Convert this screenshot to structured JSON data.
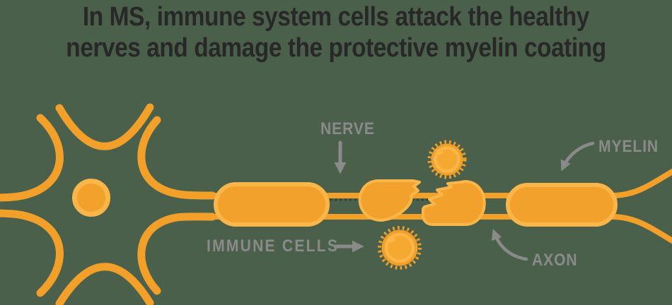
{
  "title": {
    "line1": "In MS, immune system cells attack the healthy",
    "line2": "nerves and damage the protective myelin coating"
  },
  "labels": {
    "nerve": "NERVE",
    "immune_cells": "IMMUNE CELLS",
    "myelin": "MYELIN",
    "axon": "AXON"
  },
  "diagram": {
    "subject": "Multiple sclerosis nerve damage illustration",
    "parts": [
      "neuron-cell-body",
      "nucleus",
      "dendrites",
      "axon",
      "myelin-sheath-segments",
      "damaged-myelin-fragments",
      "immune-cell-upper",
      "immune-cell-lower",
      "damaged-signal-dotted-line",
      "nerve-arrow-down",
      "immune-cells-arrow-right",
      "myelin-curved-arrow",
      "axon-curved-arrow"
    ]
  },
  "colors": {
    "background": "#4b604b",
    "orange": "#F2A029",
    "orange_light": "#FAB648",
    "orange_fill": "#F1A12C",
    "label_gray": "#8a8a8a",
    "title_dark": "#282828",
    "dotted_line": "#2e2e2e"
  }
}
